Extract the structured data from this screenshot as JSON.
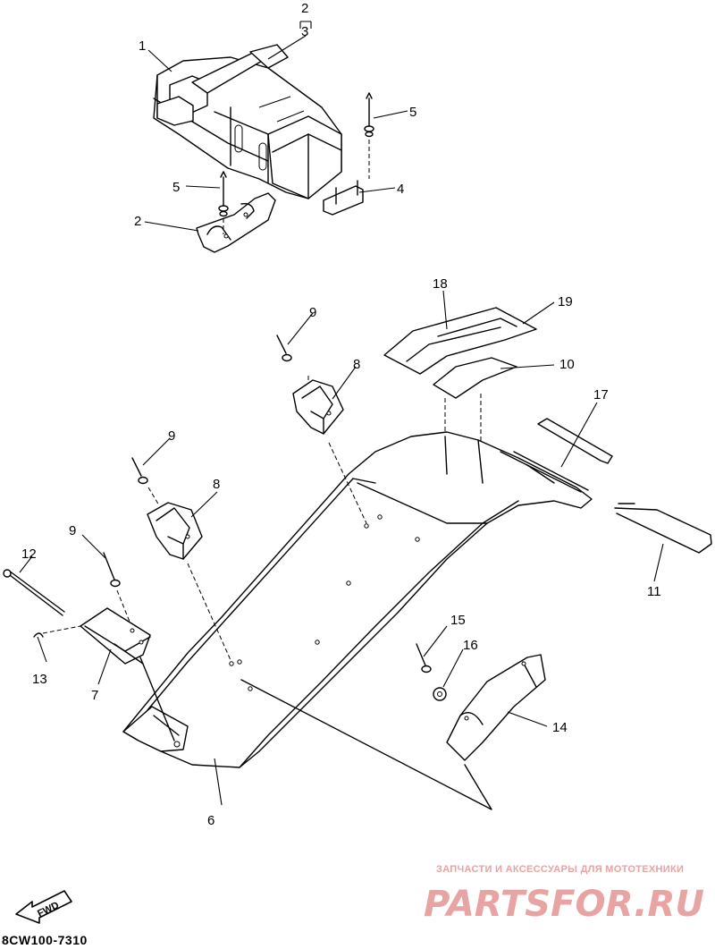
{
  "callouts": {
    "c1": "1",
    "c2a": "2",
    "c3": "3",
    "c2b": "2",
    "c4": "4",
    "c5a": "5",
    "c5b": "5",
    "c6": "6",
    "c7": "7",
    "c8a": "8",
    "c8b": "8",
    "c9a": "9",
    "c9b": "9",
    "c9c": "9",
    "c10": "10",
    "c11": "11",
    "c12": "12",
    "c13": "13",
    "c14": "14",
    "c15": "15",
    "c16": "16",
    "c17": "17",
    "c18": "18",
    "c19": "19"
  },
  "fwd_label": "FWD",
  "diagram_code": "8CW100-7310",
  "watermark": {
    "tagline": "ЗАПЧАСТИ И АКСЕССУАРЫ ДЛЯ МОТОТЕХНИКИ",
    "logo_text": "PARTSFOR.RU",
    "color": "#e8a3a3"
  }
}
